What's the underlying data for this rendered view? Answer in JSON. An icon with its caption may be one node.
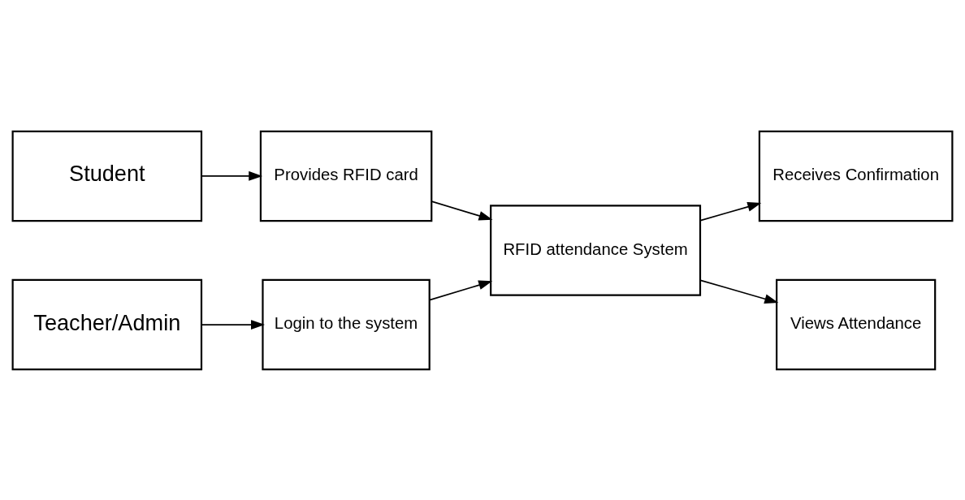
{
  "diagram": {
    "nodes": [
      {
        "text": [
          "Student"
        ]
      },
      {
        "text": [
          "Teacher/Admin"
        ]
      },
      {
        "text": [
          "Provides RFID card"
        ]
      },
      {
        "text": [
          "Login to the system"
        ]
      },
      {
        "text": [
          "RFID attendance System"
        ]
      },
      {
        "text": [
          "Receives Confirmation"
        ]
      },
      {
        "text": [
          "Views Attendance"
        ]
      }
    ],
    "edges": [
      {
        "from": 0,
        "to": 2,
        "arrow": "to"
      },
      {
        "from": 1,
        "to": 3,
        "arrow": "to"
      },
      {
        "from": 2,
        "to": 4,
        "arrow": "to"
      },
      {
        "from": 3,
        "to": 4,
        "arrow": "to"
      },
      {
        "from": 4,
        "to": 5,
        "arrow": "to"
      },
      {
        "from": 4,
        "to": 6,
        "arrow": "to"
      }
    ]
  }
}
